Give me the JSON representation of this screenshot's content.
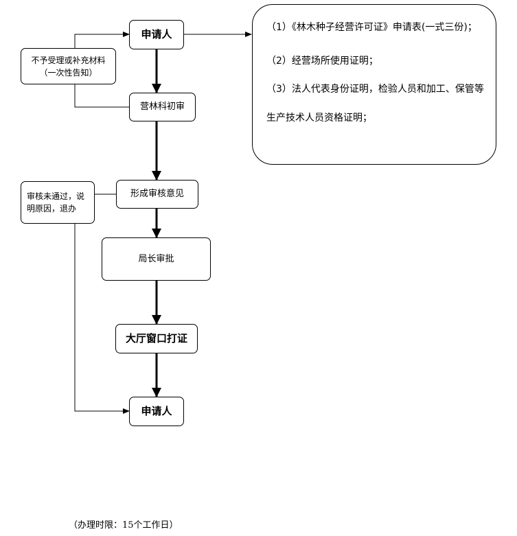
{
  "nodes": {
    "applicant_top": "申请人",
    "initial_review": "营林科初审",
    "review_opinion": "形成审核意见",
    "director_approval": "局长审批",
    "hall_window_issue": "大厅窗口打证",
    "applicant_bottom": "申请人"
  },
  "notes": {
    "reject_supplement_line1": "不予受理或补充材料",
    "reject_supplement_line2": "（一次性告知）",
    "review_failed": "审核未通过，说明原因，退办"
  },
  "requirements": {
    "item1": "（1）《林木种子经营许可证》申请表(一式三份)；",
    "item2": "（2）经营场所使用证明；",
    "item3": "（3）法人代表身份证明，检验人员和加工、保管等生产技术人员资格证明；"
  },
  "footer": "（办理时限：15个工作日）"
}
